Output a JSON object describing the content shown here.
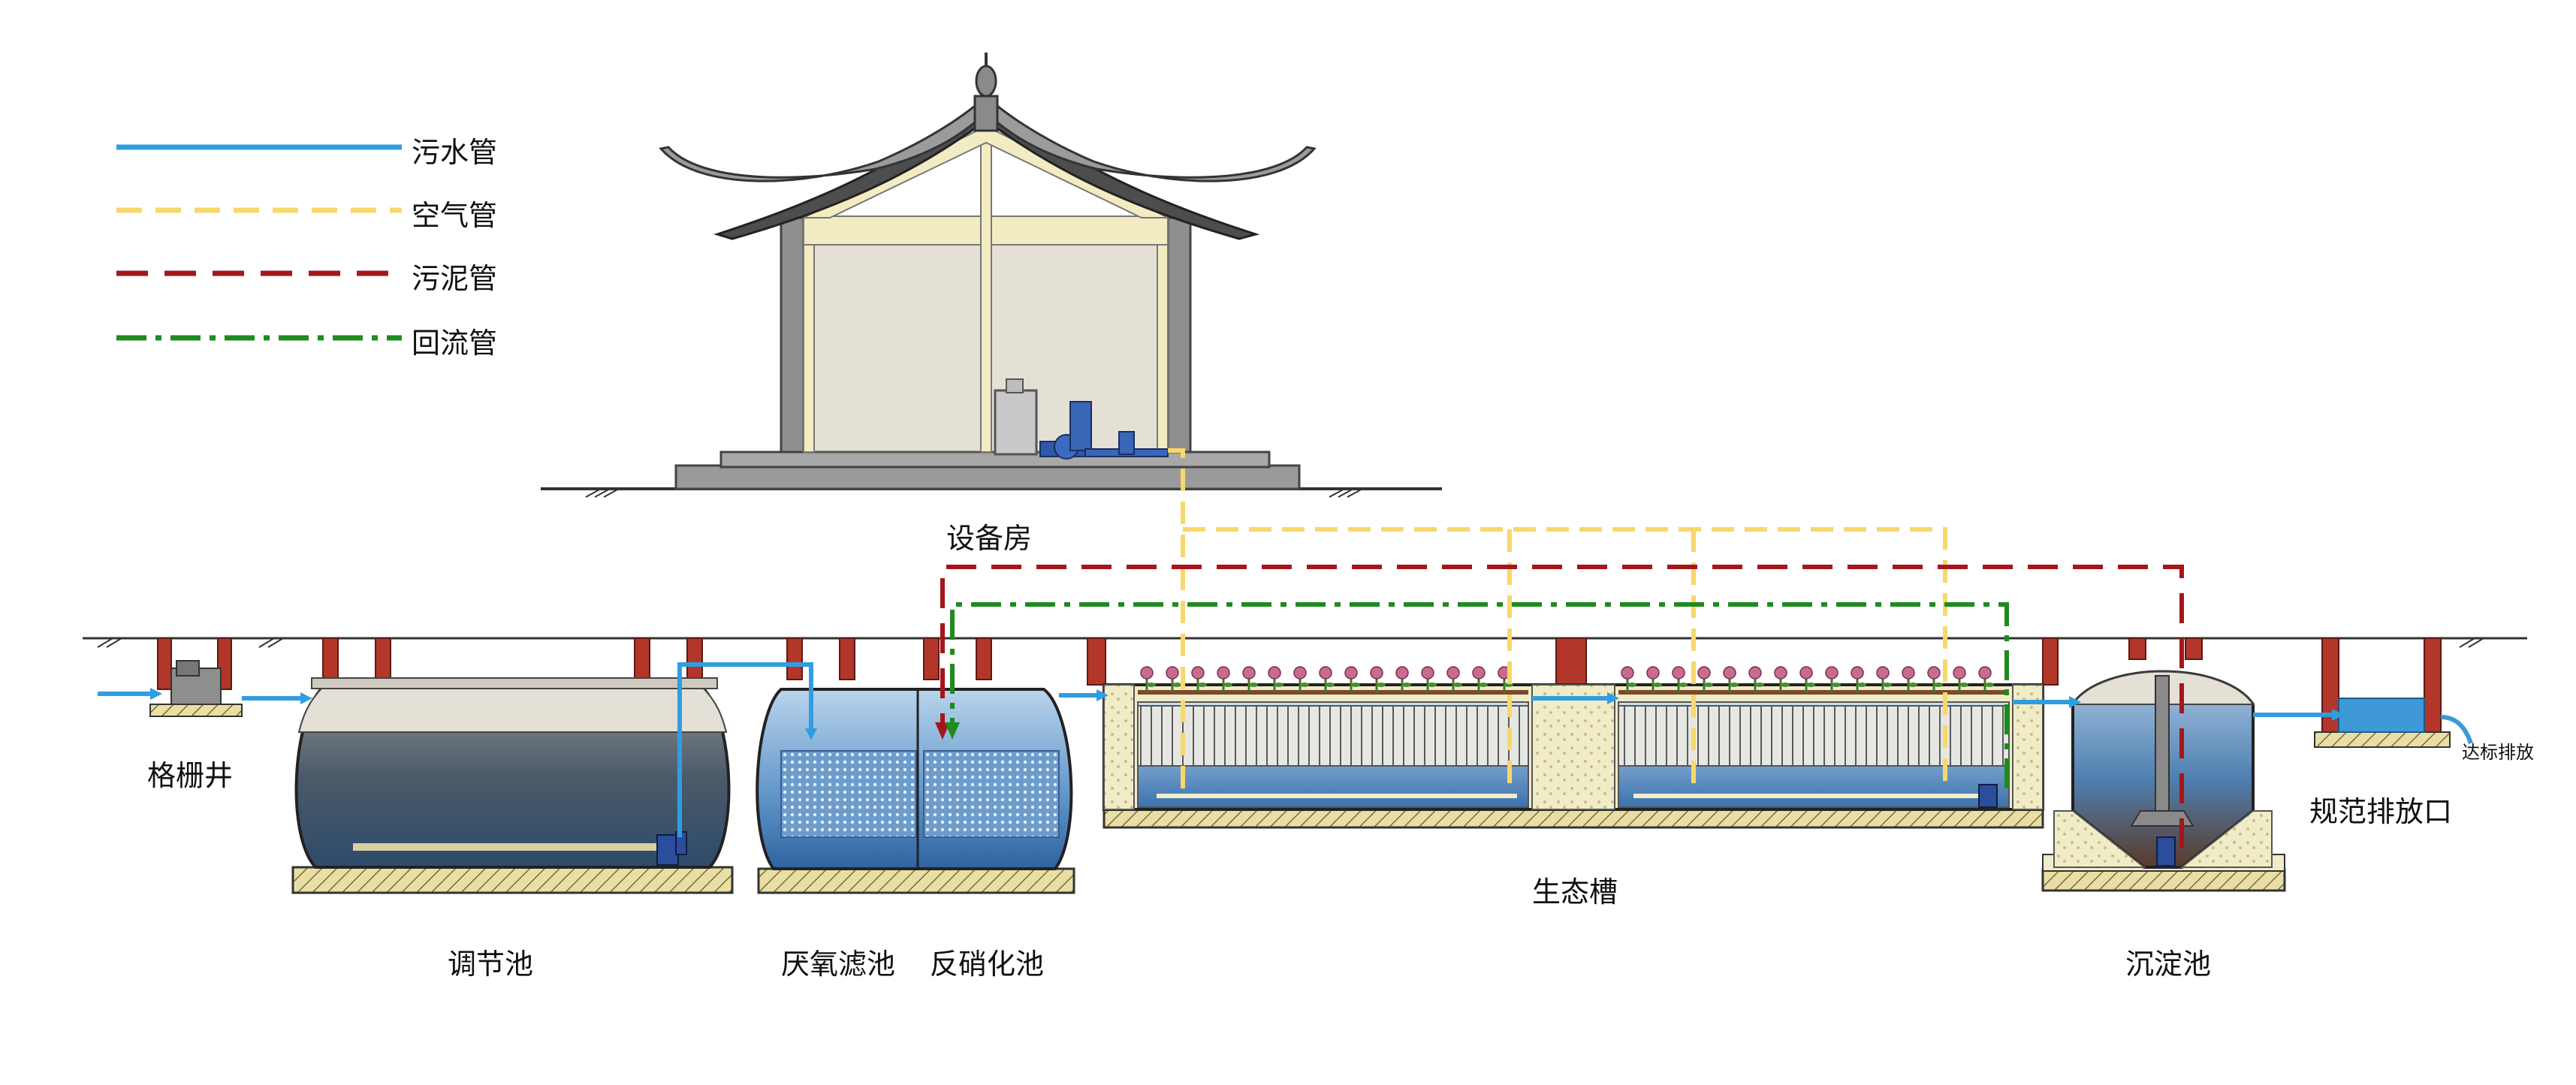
{
  "legend": [
    {
      "label": "污水管",
      "color": "#2f9ee0",
      "style": "solid"
    },
    {
      "label": "空气管",
      "color": "#f7d86b",
      "style": "dashed"
    },
    {
      "label": "污泥管",
      "color": "#a4161a",
      "style": "dashed"
    },
    {
      "label": "回流管",
      "color": "#1f8a1f",
      "style": "dash-dot"
    }
  ],
  "labels": {
    "equipment_room": "设备房",
    "grille_well": "格栅井",
    "regulating_tank": "调节池",
    "anaerobic_filter": "厌氧滤池",
    "denitrification_tank": "反硝化池",
    "ecological_trough": "生态槽",
    "sedimentation_tank": "沉淀池",
    "discharge_outlet": "规范排放口",
    "discharge_note": "达标排放"
  },
  "colors": {
    "wall": "#b2372a",
    "water_dark": "#3d5166",
    "water_light": "#5b95c7",
    "roof": "#8a8a8a",
    "room_fill": "#e4e0d6",
    "beam": "#f3ecc2",
    "sand": "#e9dfa5"
  }
}
